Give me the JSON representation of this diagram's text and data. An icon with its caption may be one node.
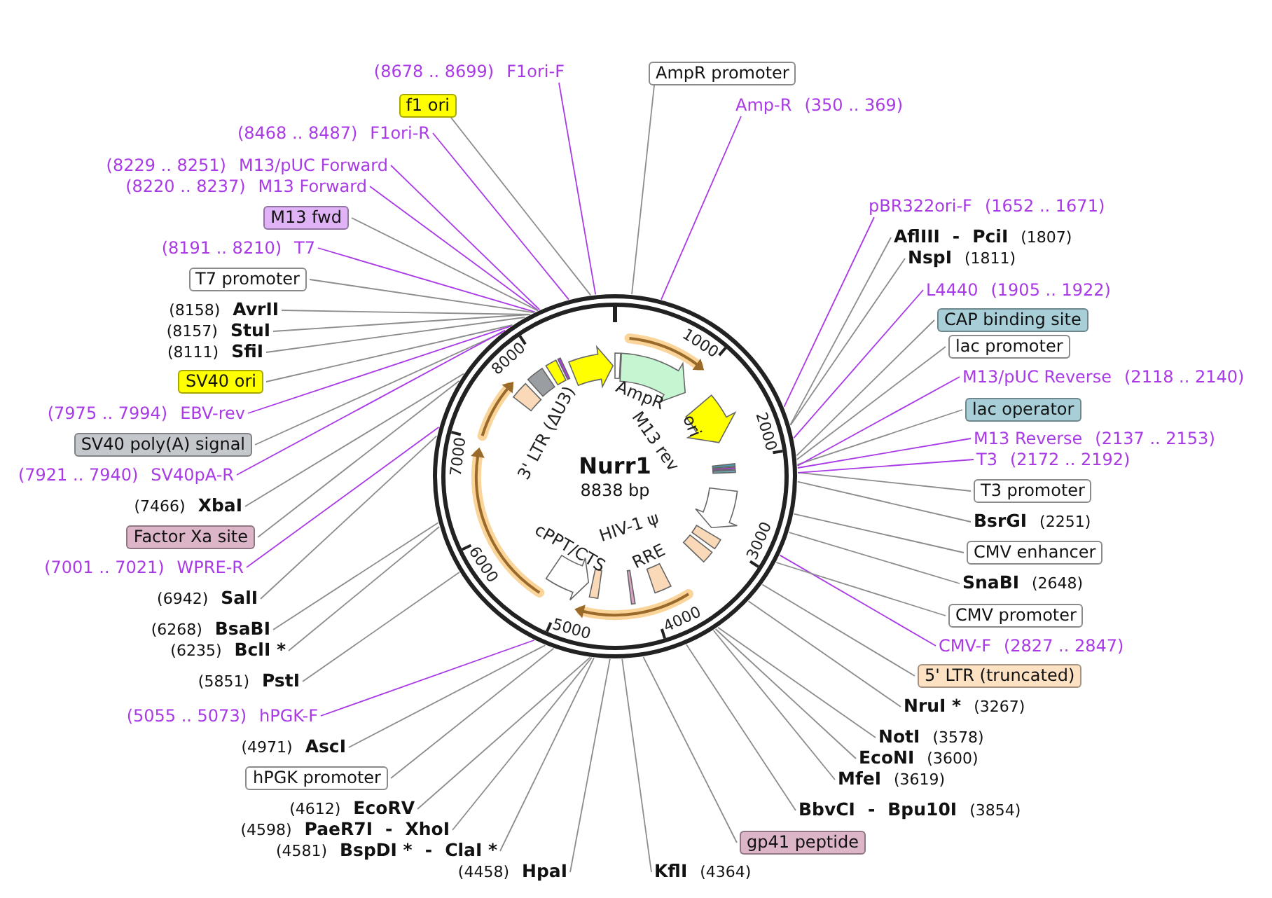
{
  "diagram": {
    "nodes": [
      {
        "text": [
          "(8678 .. 8699)",
          "F1ori-F"
        ]
      },
      {
        "text": [
          "f1 ori"
        ]
      },
      {
        "text": [
          "(8468 .. 8487)",
          "F1ori-R"
        ]
      },
      {
        "text": [
          "(8229 .. 8251)",
          "M13/pUC Forward"
        ]
      },
      {
        "text": [
          "(8220 .. 8237)",
          "M13 Forward"
        ]
      },
      {
        "text": [
          "M13 fwd"
        ]
      },
      {
        "text": [
          "(8191 .. 8210)",
          "T7"
        ]
      },
      {
        "text": [
          "T7 promoter"
        ]
      },
      {
        "text": [
          "(8158)",
          "AvrII"
        ]
      },
      {
        "text": [
          "(8157)",
          "StuI"
        ]
      },
      {
        "text": [
          "(8111)",
          "SfiI"
        ]
      },
      {
        "text": [
          "SV40 ori"
        ]
      },
      {
        "text": [
          "(7975 .. 7994)",
          "EBV-rev"
        ]
      },
      {
        "text": [
          "SV40 poly(A) signal"
        ]
      },
      {
        "text": [
          "(7921 .. 7940)",
          "SV40pA-R"
        ]
      },
      {
        "text": [
          "(7466)",
          "XbaI"
        ]
      },
      {
        "text": [
          "Factor Xa site"
        ]
      },
      {
        "text": [
          "(7001 .. 7021)",
          "WPRE-R"
        ]
      },
      {
        "text": [
          "(6942)",
          "SalI"
        ]
      },
      {
        "text": [
          "(6268)",
          "BsaBI"
        ]
      },
      {
        "text": [
          "(6235)",
          "BclI *"
        ]
      },
      {
        "text": [
          "(5851)",
          "PstI"
        ]
      },
      {
        "text": [
          "(5055 .. 5073)",
          "hPGK-F"
        ]
      },
      {
        "text": [
          "(4971)",
          "AscI"
        ]
      },
      {
        "text": [
          "hPGK promoter"
        ]
      },
      {
        "text": [
          "(4612)",
          "EcoRV"
        ]
      },
      {
        "text": [
          "(4598)",
          "PaeR7I",
          "-",
          "XhoI"
        ]
      },
      {
        "text": [
          "(4581)",
          "BspDI *",
          "-",
          "ClaI *"
        ]
      },
      {
        "text": [
          "(4458)",
          "HpaI"
        ]
      },
      {
        "text": [
          "KflI",
          "(4364)"
        ]
      },
      {
        "text": [
          "gp41 peptide"
        ]
      },
      {
        "text": [
          "BbvCI",
          "-",
          "Bpu10I",
          "(3854)"
        ]
      },
      {
        "text": [
          "MfeI",
          "(3619)"
        ]
      },
      {
        "text": [
          "EcoNI",
          "(3600)"
        ]
      },
      {
        "text": [
          "NotI",
          "(3578)"
        ]
      },
      {
        "text": [
          "NruI *",
          "(3267)"
        ]
      },
      {
        "text": [
          "5' LTR (truncated)"
        ]
      },
      {
        "text": [
          "CMV-F",
          "(2827 .. 2847)"
        ]
      },
      {
        "text": [
          "CMV promoter"
        ]
      },
      {
        "text": [
          "SnaBI",
          "(2648)"
        ]
      },
      {
        "text": [
          "CMV enhancer"
        ]
      },
      {
        "text": [
          "BsrGI",
          "(2251)"
        ]
      },
      {
        "text": [
          "T3 promoter"
        ]
      },
      {
        "text": [
          "T3",
          "(2172 .. 2192)"
        ]
      },
      {
        "text": [
          "M13 Reverse",
          "(2137 .. 2153)"
        ]
      },
      {
        "text": [
          "lac operator"
        ]
      },
      {
        "text": [
          "M13/pUC Reverse",
          "(2118 .. 2140)"
        ]
      },
      {
        "text": [
          "lac promoter"
        ]
      },
      {
        "text": [
          "CAP binding site"
        ]
      },
      {
        "text": [
          "L4440",
          "(1905 .. 1922)"
        ]
      },
      {
        "text": [
          "NspI",
          "(1811)"
        ]
      },
      {
        "text": [
          "AflIII",
          "-",
          "PciI",
          "(1807)"
        ]
      },
      {
        "text": [
          "pBR322ori-F",
          "(1652 .. 1671)"
        ]
      },
      {
        "text": [
          "AmpR promoter"
        ]
      },
      {
        "text": [
          "Amp-R",
          "(350 .. 369)"
        ]
      },
      {
        "text": [
          "Nurr1",
          "8838 bp"
        ]
      }
    ],
    "edges": [
      {
        "from": 0,
        "to": 55,
        "arrow": "none",
        "color": "#a93ae6"
      },
      {
        "from": 1,
        "to": 55,
        "arrow": "none"
      },
      {
        "from": 2,
        "to": 55,
        "arrow": "none",
        "color": "#a93ae6"
      },
      {
        "from": 3,
        "to": 55,
        "arrow": "none",
        "color": "#a93ae6"
      },
      {
        "from": 4,
        "to": 55,
        "arrow": "none",
        "color": "#a93ae6"
      },
      {
        "from": 5,
        "to": 55,
        "arrow": "none"
      },
      {
        "from": 6,
        "to": 55,
        "arrow": "none",
        "color": "#a93ae6"
      },
      {
        "from": 7,
        "to": 55,
        "arrow": "none"
      },
      {
        "from": 8,
        "to": 55,
        "arrow": "none"
      },
      {
        "from": 9,
        "to": 55,
        "arrow": "none"
      },
      {
        "from": 10,
        "to": 55,
        "arrow": "none"
      },
      {
        "from": 11,
        "to": 55,
        "arrow": "none"
      },
      {
        "from": 12,
        "to": 55,
        "arrow": "none",
        "color": "#a93ae6"
      },
      {
        "from": 13,
        "to": 55,
        "arrow": "none"
      },
      {
        "from": 14,
        "to": 55,
        "arrow": "none",
        "color": "#a93ae6"
      },
      {
        "from": 15,
        "to": 55,
        "arrow": "none"
      },
      {
        "from": 16,
        "to": 55,
        "arrow": "none"
      },
      {
        "from": 17,
        "to": 55,
        "arrow": "none",
        "color": "#a93ae6"
      },
      {
        "from": 18,
        "to": 55,
        "arrow": "none"
      },
      {
        "from": 19,
        "to": 55,
        "arrow": "none"
      },
      {
        "from": 20,
        "to": 55,
        "arrow": "none"
      },
      {
        "from": 21,
        "to": 55,
        "arrow": "none"
      },
      {
        "from": 22,
        "to": 55,
        "arrow": "none",
        "color": "#a93ae6"
      },
      {
        "from": 23,
        "to": 55,
        "arrow": "none"
      },
      {
        "from": 24,
        "to": 55,
        "arrow": "none"
      },
      {
        "from": 25,
        "to": 55,
        "arrow": "none"
      },
      {
        "from": 26,
        "to": 55,
        "arrow": "none"
      },
      {
        "from": 27,
        "to": 55,
        "arrow": "none"
      },
      {
        "from": 28,
        "to": 55,
        "arrow": "none"
      },
      {
        "from": 29,
        "to": 55,
        "arrow": "none"
      },
      {
        "from": 30,
        "to": 55,
        "arrow": "none"
      },
      {
        "from": 31,
        "to": 55,
        "arrow": "none"
      },
      {
        "from": 32,
        "to": 55,
        "arrow": "none"
      },
      {
        "from": 33,
        "to": 55,
        "arrow": "none"
      },
      {
        "from": 34,
        "to": 55,
        "arrow": "none"
      },
      {
        "from": 35,
        "to": 55,
        "arrow": "none"
      },
      {
        "from": 36,
        "to": 55,
        "arrow": "none"
      },
      {
        "from": 37,
        "to": 55,
        "arrow": "none",
        "color": "#a93ae6"
      },
      {
        "from": 38,
        "to": 55,
        "arrow": "none"
      },
      {
        "from": 39,
        "to": 55,
        "arrow": "none"
      },
      {
        "from": 40,
        "to": 55,
        "arrow": "none"
      },
      {
        "from": 41,
        "to": 55,
        "arrow": "none"
      },
      {
        "from": 42,
        "to": 55,
        "arrow": "none"
      },
      {
        "from": 43,
        "to": 55,
        "arrow": "none",
        "color": "#a93ae6"
      },
      {
        "from": 44,
        "to": 55,
        "arrow": "none",
        "color": "#a93ae6"
      },
      {
        "from": 45,
        "to": 55,
        "arrow": "none"
      },
      {
        "from": 46,
        "to": 55,
        "arrow": "none",
        "color": "#a93ae6"
      },
      {
        "from": 47,
        "to": 55,
        "arrow": "none"
      },
      {
        "from": 48,
        "to": 55,
        "arrow": "none"
      },
      {
        "from": 49,
        "to": 55,
        "arrow": "none",
        "color": "#a93ae6"
      },
      {
        "from": 50,
        "to": 55,
        "arrow": "none"
      },
      {
        "from": 51,
        "to": 55,
        "arrow": "none"
      },
      {
        "from": 52,
        "to": 55,
        "arrow": "none",
        "color": "#a93ae6"
      },
      {
        "from": 53,
        "to": 55,
        "arrow": "none"
      },
      {
        "from": 54,
        "to": 55,
        "arrow": "none",
        "color": "#a93ae6"
      }
    ],
    "labels": [
      "1000",
      "2000",
      "3000",
      "4000",
      "5000",
      "6000",
      "7000",
      "8000",
      "AmpR",
      "ori",
      "M13 rev",
      "3' LTR (ΔU3)",
      "cPPT/CTS",
      "HIV-1 ψ",
      "RRE"
    ]
  }
}
